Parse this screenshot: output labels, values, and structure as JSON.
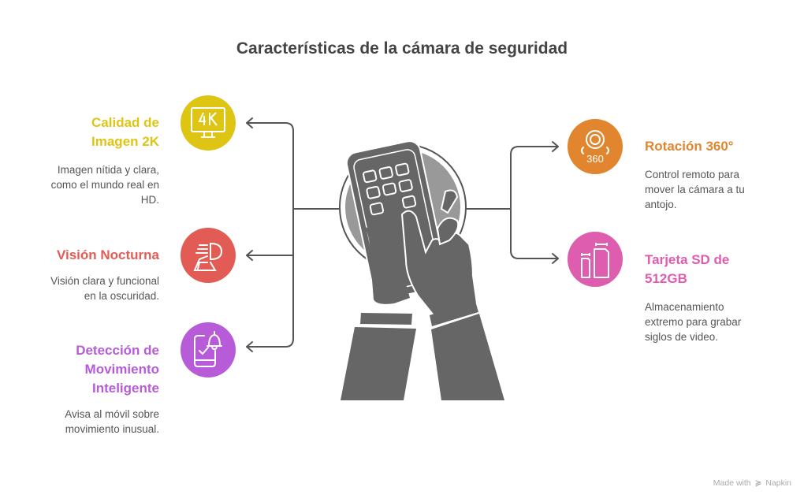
{
  "title": "Características de la cámara de seguridad",
  "colors": {
    "yellow": "#DEC514",
    "red": "#E25C55",
    "purple": "#B75BD9",
    "orange": "#E1862F",
    "pink": "#DE5DAE",
    "connector": "#555555",
    "central": "#666666"
  },
  "features": {
    "calidad": {
      "title_line1": "Calidad de",
      "title_line2": "Imagen 2K",
      "desc_line1": "Imagen nítida y clara,",
      "desc_line2": "como el mundo real en",
      "desc_line3": "HD.",
      "icon": "4k-monitor-icon"
    },
    "vision": {
      "title_line1": "Visión Nocturna",
      "desc_line1": "Visión clara y funcional",
      "desc_line2": "en la oscuridad.",
      "icon": "headlight-icon"
    },
    "deteccion": {
      "title_line1": "Detección de",
      "title_line2": "Movimiento",
      "title_line3": "Inteligente",
      "desc_line1": "Avisa al móvil sobre",
      "desc_line2": "movimiento inusual.",
      "icon": "phone-bell-icon"
    },
    "rotacion": {
      "title_line1": "Rotación 360°",
      "desc_line1": "Control remoto para",
      "desc_line2": "mover la cámara a tu",
      "desc_line3": "antojo.",
      "icon": "360-camera-icon",
      "icon_text": "360"
    },
    "tarjeta": {
      "title_line1": "Tarjeta SD de",
      "title_line2": "512GB",
      "desc_line1": "Almacenamiento",
      "desc_line2": "extremo para grabar",
      "desc_line3": "siglos de video.",
      "icon": "sd-card-icon"
    }
  },
  "central": {
    "icon": "hands-remote-icon"
  },
  "footer": {
    "prefix": "Made with",
    "brand": "Napkin"
  }
}
